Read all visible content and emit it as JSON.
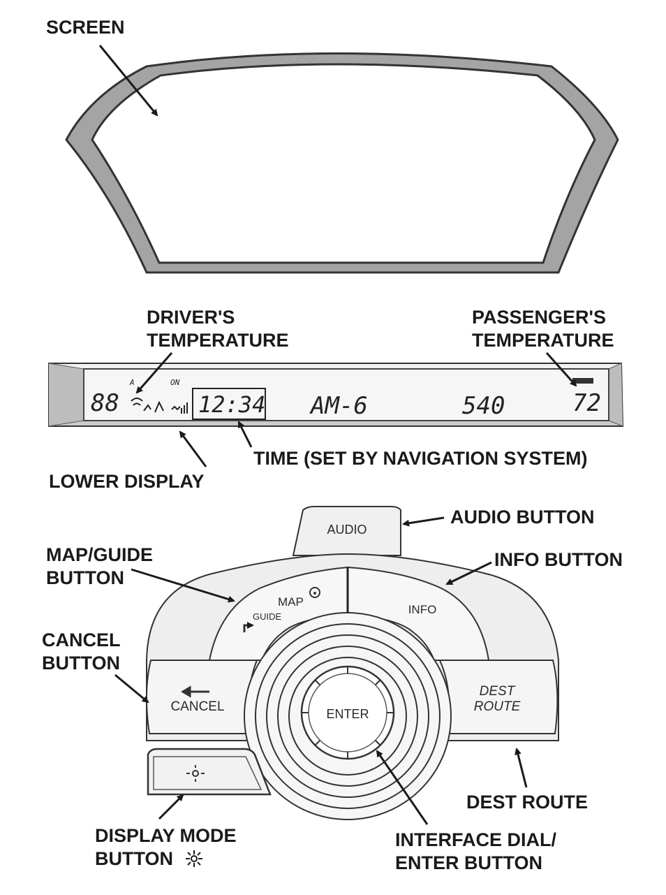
{
  "labels": {
    "screen": "SCREEN",
    "drivers_temp_line1": "DRIVER'S",
    "drivers_temp_line2": "TEMPERATURE",
    "passengers_temp_line1": "PASSENGER'S",
    "passengers_temp_line2": "TEMPERATURE",
    "time": "TIME (SET BY NAVIGATION SYSTEM)",
    "lower_display": "LOWER DISPLAY",
    "audio_button": "AUDIO BUTTON",
    "info_button": "INFO BUTTON",
    "map_guide_line1": "MAP/GUIDE",
    "map_guide_line2": "BUTTON",
    "cancel_line1": "CANCEL",
    "cancel_line2": "BUTTON",
    "dest_route": "DEST ROUTE",
    "display_mode_line1": "DISPLAY MODE",
    "display_mode_line2": "BUTTON",
    "interface_line1": "INTERFACE DIAL/",
    "interface_line2": "ENTER BUTTON"
  },
  "lcd": {
    "driver_temp": "88",
    "ac_label": "A",
    "on_label": "ON",
    "time": "12:34",
    "band": "AM-6",
    "frequency": "540",
    "passenger_temp": "72"
  },
  "buttons": {
    "audio": "AUDIO",
    "map": "MAP",
    "guide": "GUIDE",
    "info": "INFO",
    "cancel": "CANCEL",
    "enter": "ENTER",
    "dest": "DEST",
    "route": "ROUTE"
  },
  "icons": {
    "display_mode": "sun-moon-icon",
    "cancel": "return-arrow-icon",
    "guide": "turn-arrow-icon",
    "map": "compass-icon"
  }
}
